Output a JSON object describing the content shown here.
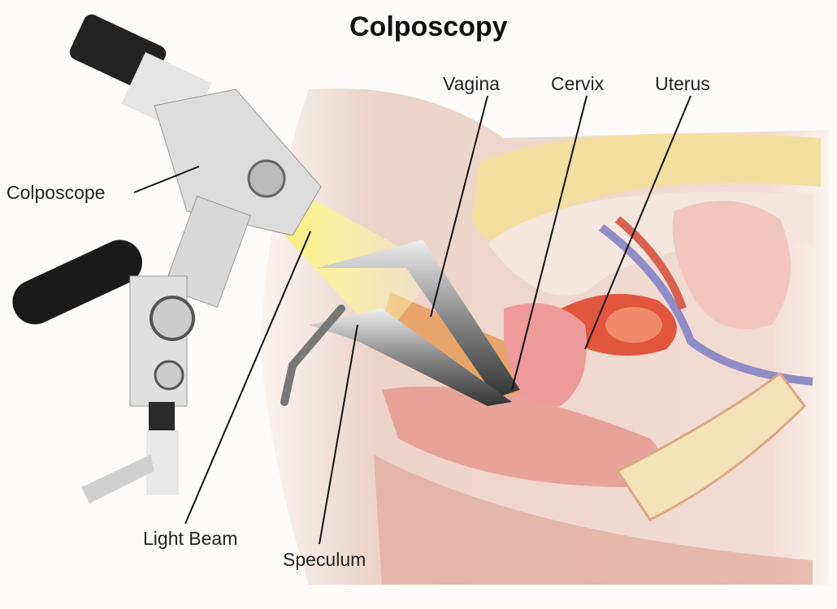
{
  "title": "Colposcopy",
  "labels": {
    "vagina": "Vagina",
    "cervix": "Cervix",
    "uterus": "Uterus",
    "colposcope": "Colposcope",
    "light_beam": "Light Beam",
    "speculum": "Speculum"
  },
  "colors": {
    "body": "#ecd3c8",
    "fat": "#f3dfa0",
    "muscle": "#e9a39a",
    "beam": "#fbf3a0",
    "uterus": "#e2553f"
  }
}
